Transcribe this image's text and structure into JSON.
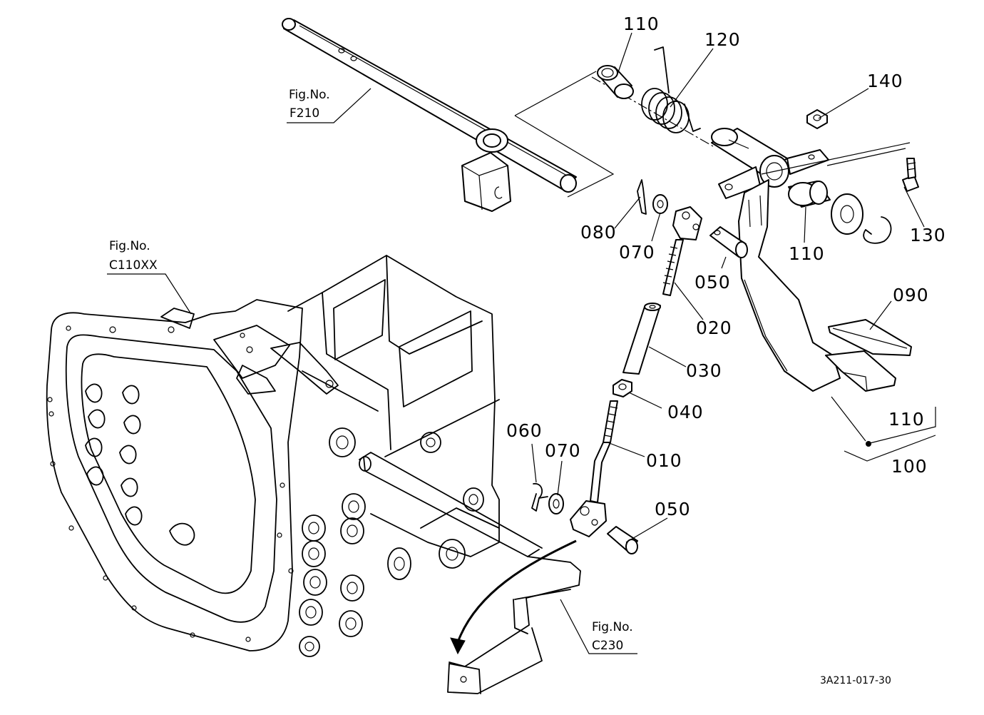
{
  "labels": {
    "p110_top": "110",
    "p120": "120",
    "p140": "140",
    "p130": "130",
    "p110_right": "110",
    "p080": "080",
    "p070_top": "070",
    "p050_top": "050",
    "p020": "020",
    "p090": "090",
    "p030": "030",
    "p040": "040",
    "p110_pedal": "110",
    "p060": "060",
    "p070_bottom": "070",
    "p010": "010",
    "p100": "100",
    "p050_bottom": "050"
  },
  "references": {
    "f210_title": "Fig.No.",
    "f210_code": "F210",
    "c110_title": "Fig.No.",
    "c110_code": "C110XX",
    "c230_title": "Fig.No.",
    "c230_code": "C230"
  },
  "drawing_code": "3A211-017-30"
}
